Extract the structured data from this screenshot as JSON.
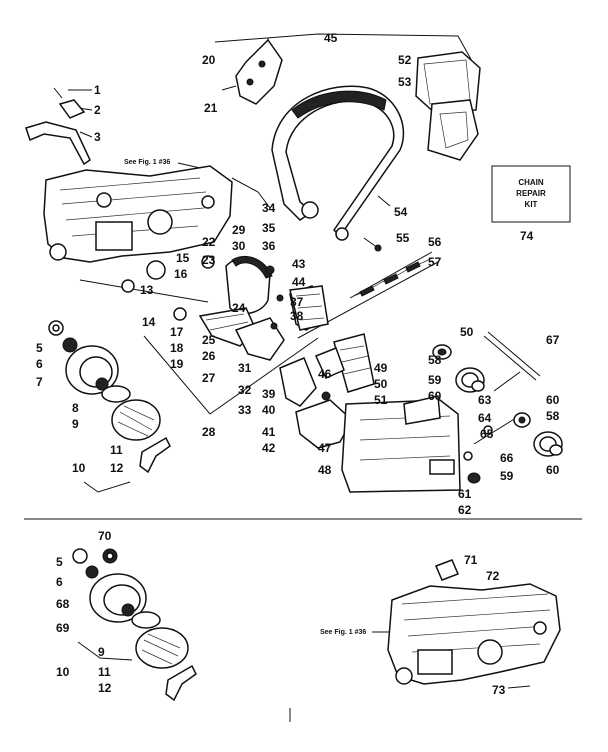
{
  "diagram": {
    "callouts": {
      "c45": "45",
      "c20": "20",
      "c21": "21",
      "c52": "52",
      "c53": "53",
      "c1": "1",
      "c2": "2",
      "c3": "3",
      "c34": "34",
      "c22": "22",
      "c29": "29",
      "c30": "30",
      "c35": "35",
      "c36": "36",
      "c15": "15",
      "c16": "16",
      "c23": "23",
      "c43": "43",
      "c44": "44",
      "c13": "13",
      "c14": "14",
      "c24": "24",
      "c37": "37",
      "c38": "38",
      "c5a": "5",
      "c6a": "6",
      "c7": "7",
      "c8": "8",
      "c9a": "9",
      "c10a": "10",
      "c11a": "11",
      "c12a": "12",
      "c17": "17",
      "c18": "18",
      "c19": "19",
      "c25": "25",
      "c26": "26",
      "c27": "27",
      "c28": "28",
      "c31": "31",
      "c32": "32",
      "c33": "33",
      "c39": "39",
      "c40": "40",
      "c41": "41",
      "c42": "42",
      "c46": "46",
      "c47": "47",
      "c48": "48",
      "c49": "49",
      "c50a": "50",
      "c51": "51",
      "c54": "54",
      "c55": "55",
      "c56": "56",
      "c57": "57",
      "c74": "74",
      "c50b": "50",
      "c58a": "58",
      "c59a": "59",
      "c60a": "60",
      "c67": "67",
      "c63": "63",
      "c64": "64",
      "c65": "65",
      "c66": "66",
      "c60b": "60",
      "c58b": "58",
      "c60c": "60",
      "c59b": "59",
      "c61": "61",
      "c62": "62",
      "c70": "70",
      "c5b": "5",
      "c6b": "6",
      "c68": "68",
      "c69": "69",
      "c9b": "9",
      "c10b": "10",
      "c11b": "11",
      "c12b": "12",
      "c71": "71",
      "c72": "72",
      "c73": "73"
    },
    "notes": {
      "see_fig_top": "See Fig. 1 #36",
      "see_fig_bottom": "See Fig. 1 #36",
      "kit_line1": "CHAIN",
      "kit_line2": "REPAIR",
      "kit_line3": "KIT"
    }
  }
}
